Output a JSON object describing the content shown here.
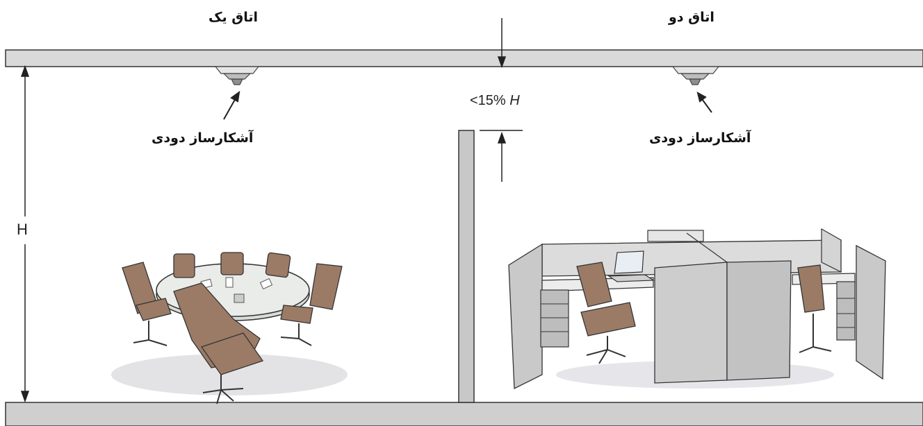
{
  "rooms": {
    "one": {
      "title": "اتاق یک"
    },
    "two": {
      "title": "اتاق  دو"
    }
  },
  "detectors": {
    "one_label": "آشکارساز دودی",
    "two_label": "آشکارساز دودی"
  },
  "dimensions": {
    "height_label": "H",
    "gap_label": "<15% H"
  },
  "colors": {
    "ceiling": "#d9d9d9",
    "floor": "#cfcfcf",
    "wall": "#c8c8c8",
    "outline": "#333333",
    "chair": "#9b7b66",
    "cubicle": "#cfcfcf"
  }
}
